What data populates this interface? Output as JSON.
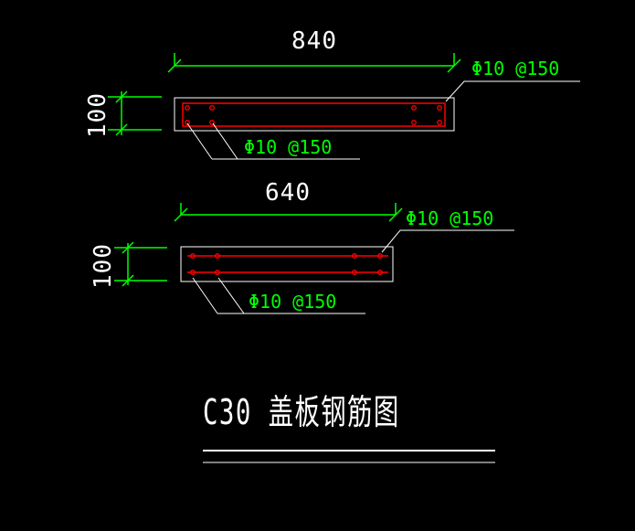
{
  "title": {
    "text": "C30 盖板钢筋图"
  },
  "colors": {
    "background": "#000000",
    "dimension_green": "#00ff00",
    "rebar_red": "#ff0000",
    "outline_white": "#ffffff"
  },
  "sections": [
    {
      "name": "top-slab-section",
      "width_label": "840",
      "height_label": "100",
      "top_rebar_label": "Φ10 @150",
      "bottom_rebar_label": "Φ10 @150"
    },
    {
      "name": "bottom-slab-section",
      "width_label": "640",
      "height_label": "100",
      "top_rebar_label": "Φ10 @150",
      "bottom_rebar_label": "Φ10 @150"
    }
  ]
}
